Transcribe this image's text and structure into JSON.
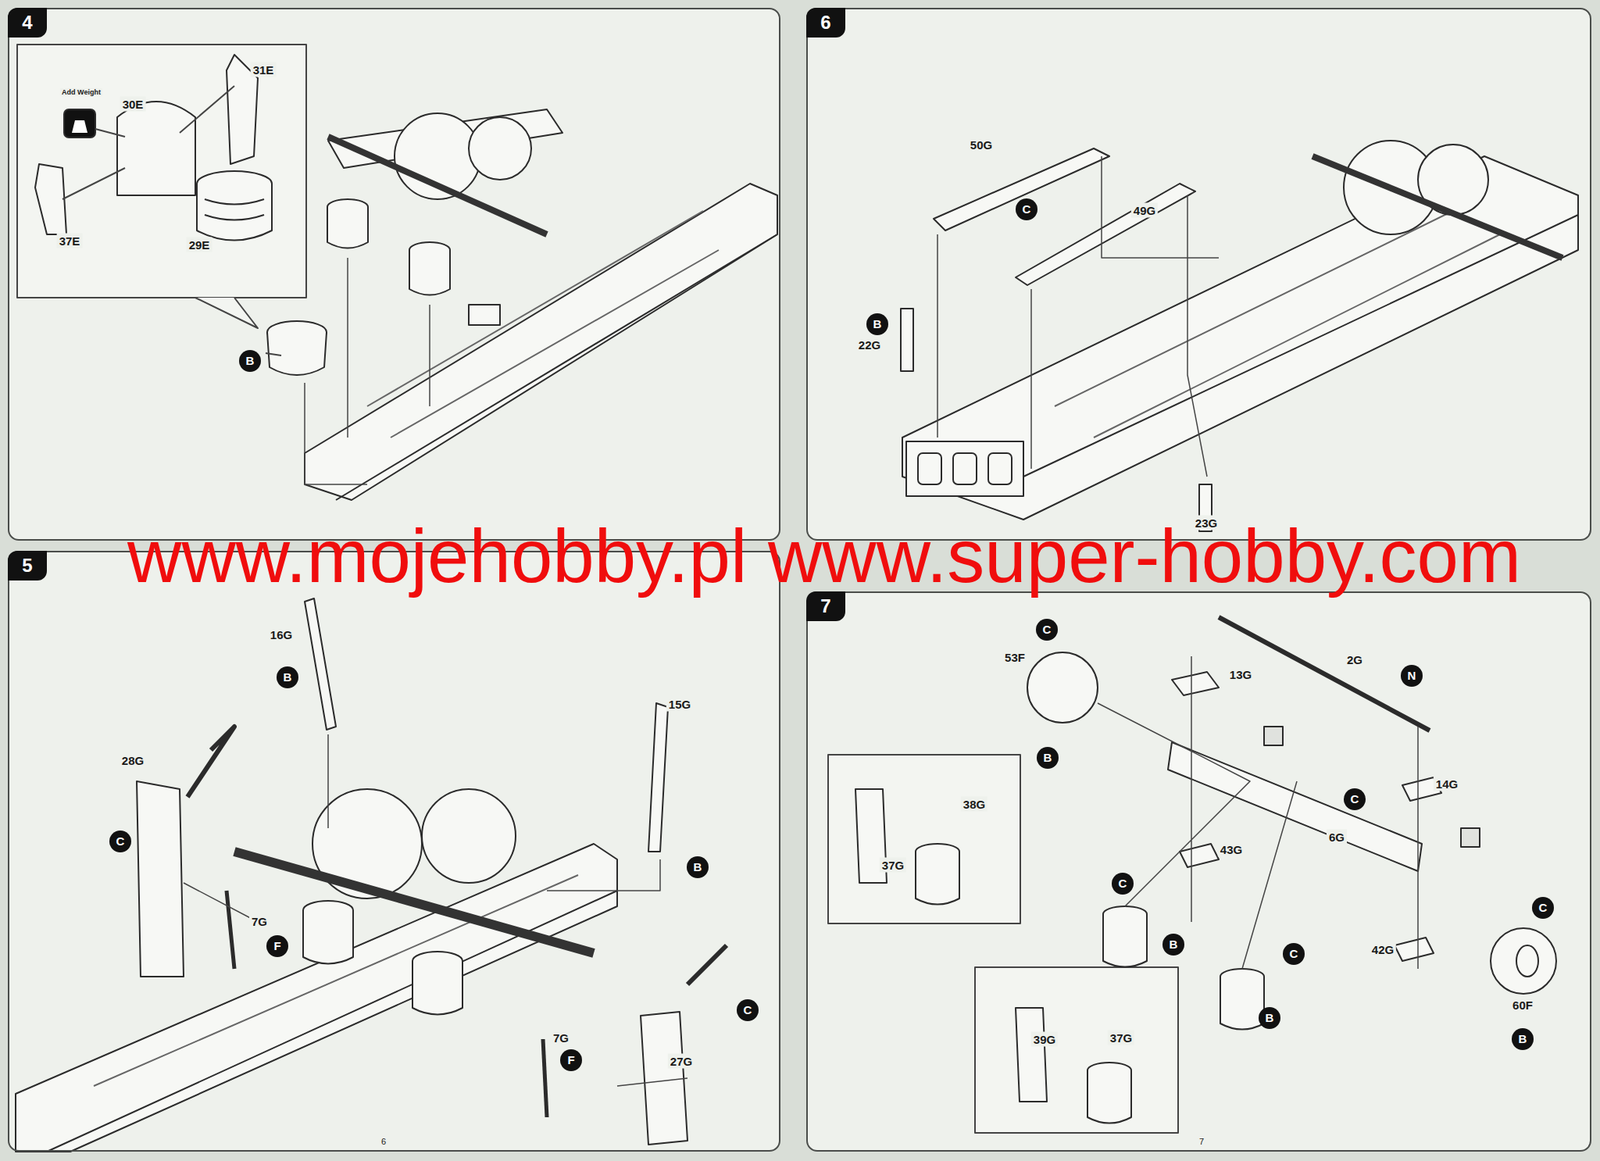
{
  "diagram": {
    "nodes": [
      {
        "text": [
          "4"
        ]
      },
      {
        "text": [
          "B"
        ],
        "in": 0
      },
      {
        "text": [
          "6"
        ]
      },
      {
        "text": [
          "C"
        ],
        "in": 2
      },
      {
        "text": [
          "B"
        ],
        "in": 2
      },
      {
        "text": [
          "5"
        ]
      },
      {
        "text": [
          "B"
        ],
        "in": 5
      },
      {
        "text": [
          "C"
        ],
        "in": 5
      },
      {
        "text": [
          "B"
        ],
        "in": 5
      },
      {
        "text": [
          "F"
        ],
        "in": 5
      },
      {
        "text": [
          "C"
        ],
        "in": 5
      },
      {
        "text": [
          "F"
        ],
        "in": 5
      },
      {
        "text": [
          "7"
        ]
      },
      {
        "text": [
          "C"
        ],
        "in": 12
      },
      {
        "text": [
          "N"
        ],
        "in": 12
      },
      {
        "text": [
          "B"
        ],
        "in": 12
      },
      {
        "text": [
          "C"
        ],
        "in": 12
      },
      {
        "text": [
          "C"
        ],
        "in": 12
      },
      {
        "text": [
          "C"
        ],
        "in": 12
      },
      {
        "text": [
          "B"
        ],
        "in": 12
      },
      {
        "text": [
          "C"
        ],
        "in": 12
      },
      {
        "text": [
          "B"
        ],
        "in": 12
      },
      {
        "text": [
          "B"
        ],
        "in": 12
      }
    ],
    "labels": [
      "www.mojehobby.pl www.super-hobby.com",
      "Add Weight",
      "30E",
      "31E",
      "37E",
      "29E",
      "50G",
      "49G",
      "22G",
      "23G",
      "16G",
      "15G",
      "28G",
      "7G",
      "7G",
      "27G",
      "53F",
      "2G",
      "13G",
      "14G",
      "6G",
      "38G",
      "37G",
      "43G",
      "42G",
      "60F",
      "39G",
      "37G",
      "6",
      "7"
    ]
  }
}
